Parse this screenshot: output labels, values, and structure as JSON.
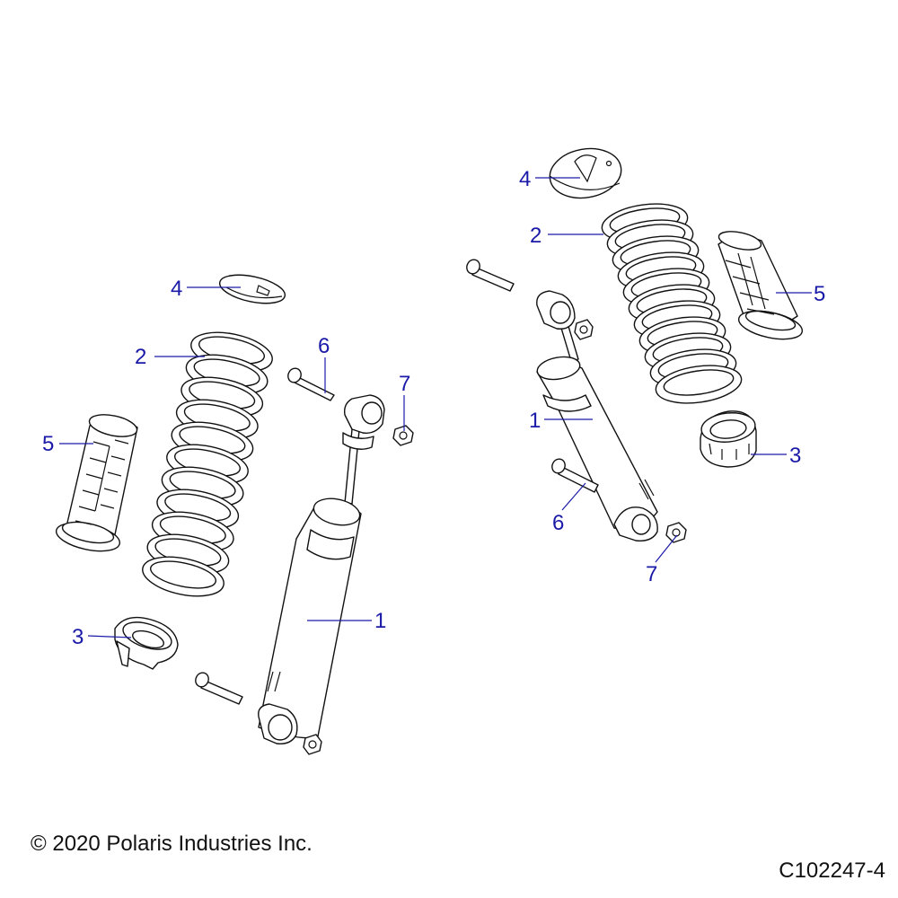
{
  "colors": {
    "callout": "#1a1aa8",
    "line": "#111111",
    "background": "#ffffff"
  },
  "callouts": {
    "left": {
      "shock": "1",
      "spring": "2",
      "retainer": "3",
      "plate": "4",
      "cover": "5",
      "bolt": "6",
      "nut": "7"
    },
    "right": {
      "shock": "1",
      "spring": "2",
      "retainer": "3",
      "plate": "4",
      "cover": "5",
      "bolt": "6",
      "nut": "7"
    }
  },
  "footer": {
    "copyright": "© 2020 Polaris Industries Inc.",
    "drawing_number": "C102247-4"
  }
}
